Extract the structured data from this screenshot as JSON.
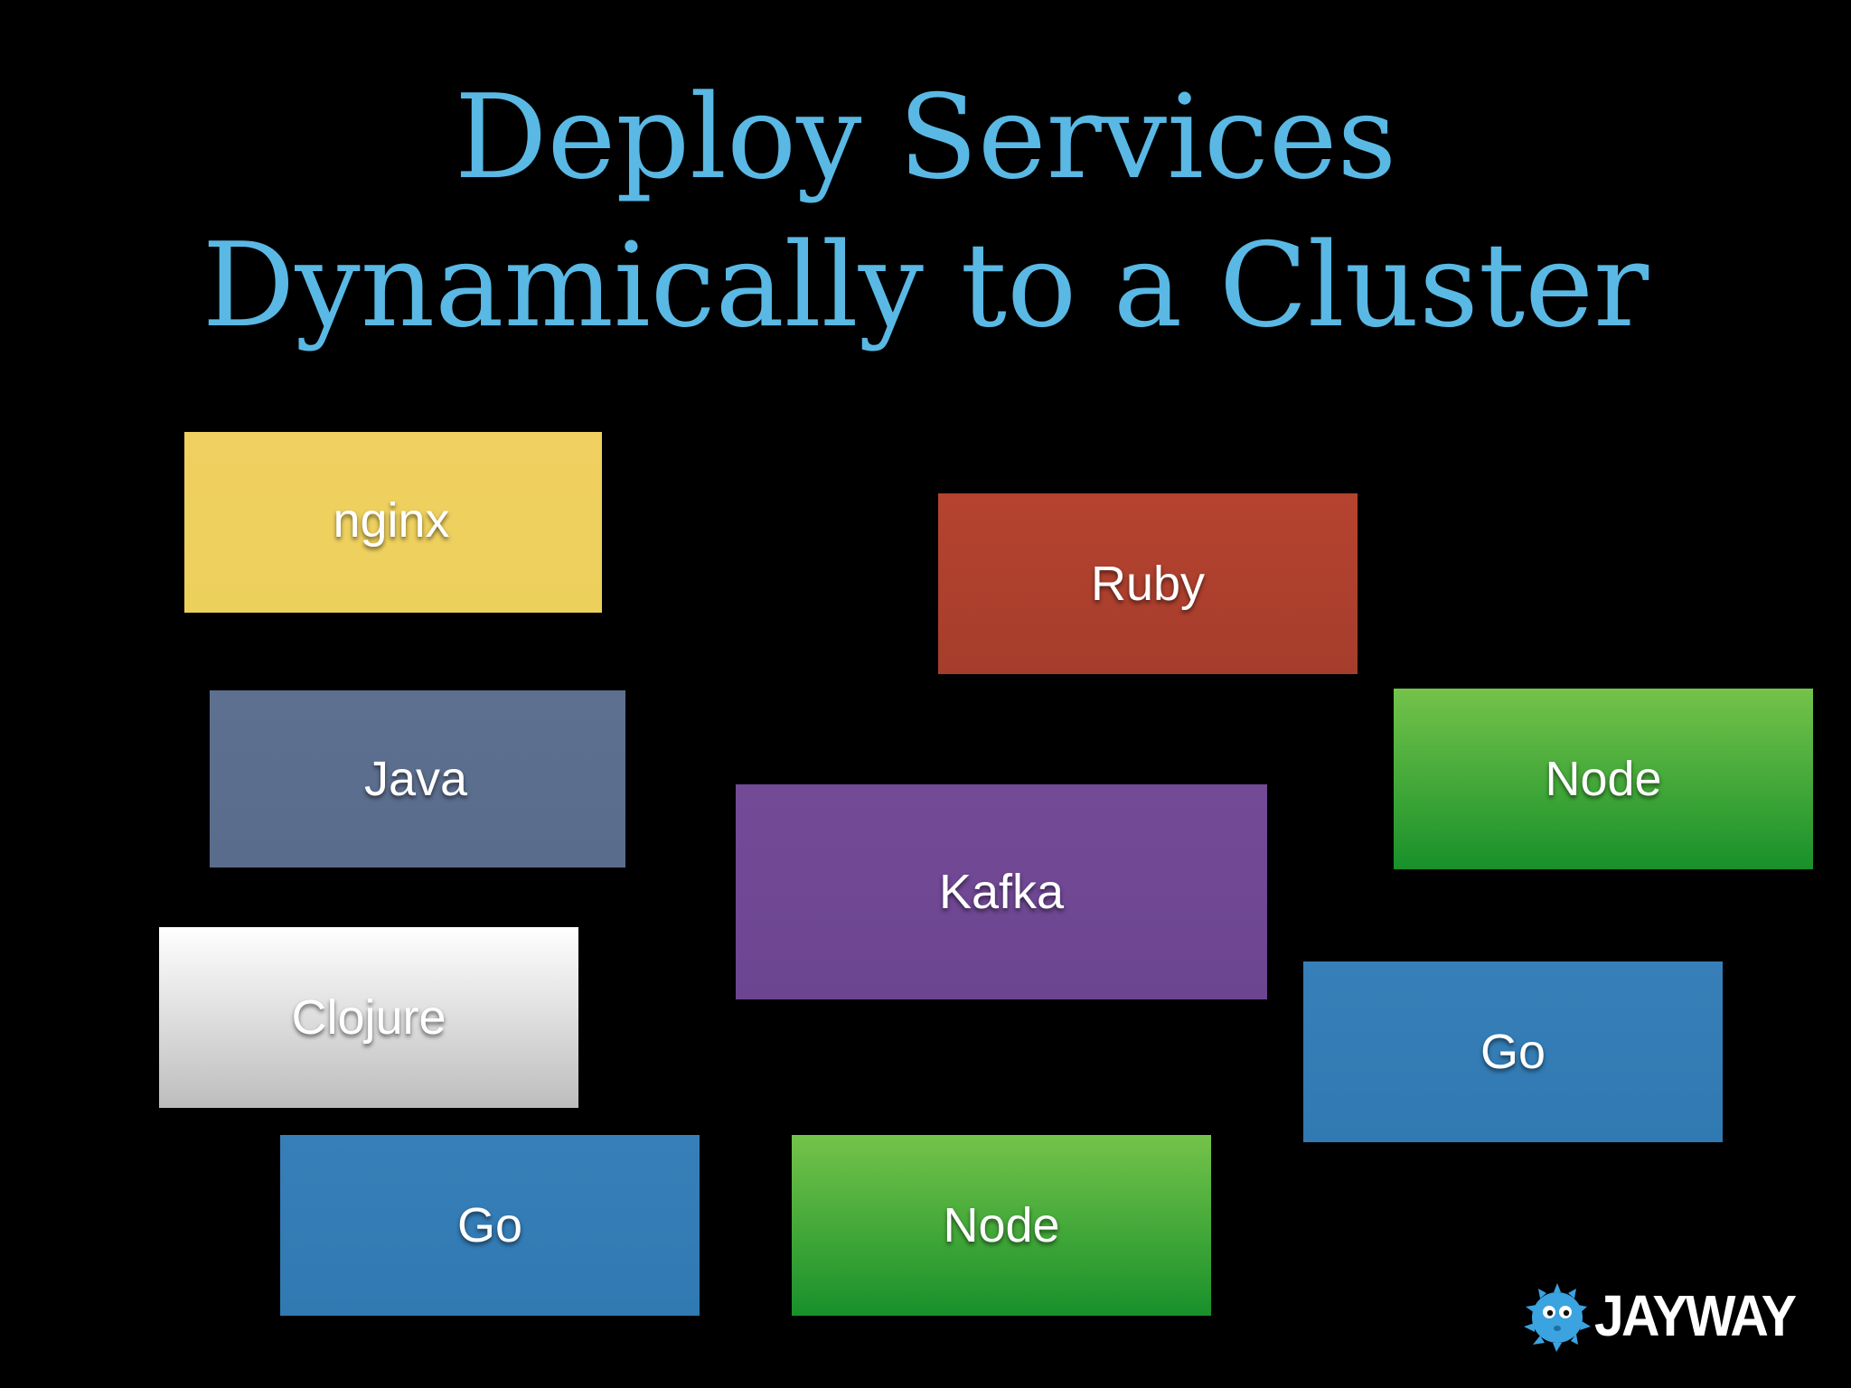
{
  "slide": {
    "title_line_1": "Deploy Services",
    "title_line_2": "Dynamically to a Cluster",
    "title_color": "#5ab8e4",
    "background_color": "#000000"
  },
  "services": [
    {
      "label": "nginx",
      "color": "#f0d060",
      "gradient_end": "#ecd05c"
    },
    {
      "label": "Ruby",
      "color": "#b5432f",
      "gradient_end": "#a63d2c"
    },
    {
      "label": "Java",
      "color": "#5e7090",
      "gradient_end": "#5a6c8c"
    },
    {
      "label": "Node",
      "color": "#74c34a",
      "gradient_end": "#18902a"
    },
    {
      "label": "Kafka",
      "color": "#734a96",
      "gradient_end": "#6c4590"
    },
    {
      "label": "Clojure",
      "color": "#ffffff",
      "gradient_end": "#bdbdbd"
    },
    {
      "label": "Go",
      "color": "#377fb8",
      "gradient_end": "#3079b2"
    },
    {
      "label": "Go",
      "color": "#377fb8",
      "gradient_end": "#3079b2"
    },
    {
      "label": "Node",
      "color": "#74c34a",
      "gradient_end": "#18902a"
    }
  ],
  "logo": {
    "text": "JAYWAY",
    "icon": "pufferfish-icon",
    "icon_color": "#3aa3e0"
  }
}
